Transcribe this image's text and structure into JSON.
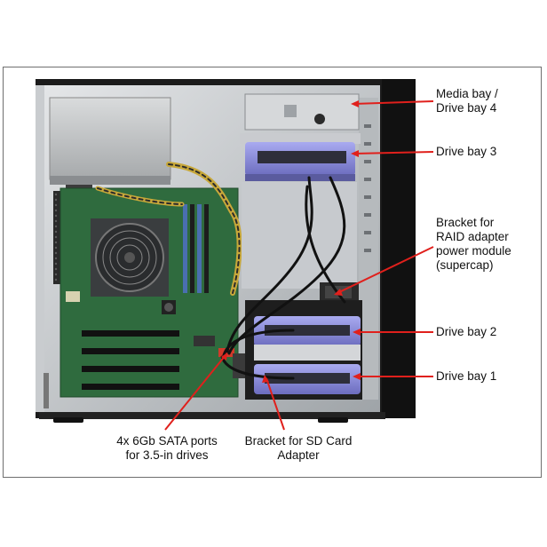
{
  "labels": {
    "media_bay": [
      "Media bay /",
      "Drive bay 4"
    ],
    "drive_bay_3": [
      "Drive bay 3"
    ],
    "raid_bracket": [
      "Bracket for",
      "RAID adapter",
      "power module",
      "(supercap)"
    ],
    "drive_bay_2": [
      "Drive bay 2"
    ],
    "drive_bay_1": [
      "Drive bay 1"
    ],
    "sata_ports": [
      "4x 6Gb SATA ports",
      "for 3.5-in drives"
    ],
    "sd_bracket": [
      "Bracket for SD Card",
      "Adapter"
    ]
  },
  "colors": {
    "callout": "#e0201c",
    "chassis": "#1b1b1b",
    "board": "#2f6b3e",
    "drive_caddy": "#8e8fd8"
  }
}
